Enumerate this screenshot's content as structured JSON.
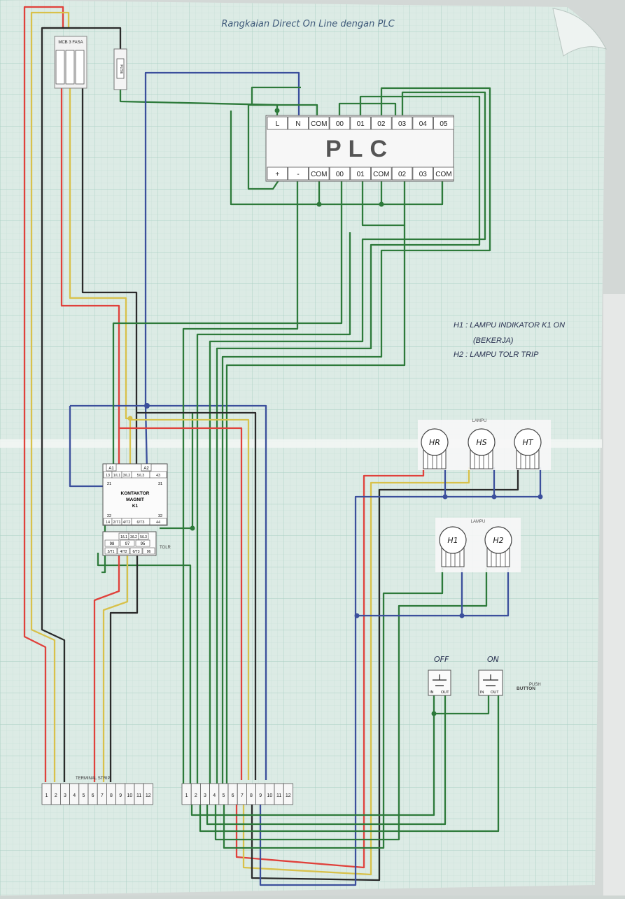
{
  "title": "Rangkaian Direct On Line dengan PLC",
  "mcb_label": "MCB 3 FASA",
  "fuse_label": "FUSE",
  "plc": {
    "name": "PLC",
    "top_terminals": [
      "L",
      "N",
      "COM",
      "00",
      "01",
      "02",
      "03",
      "04",
      "05"
    ],
    "bottom_terminals": [
      "+",
      "-",
      "COM",
      "00",
      "01",
      "COM",
      "02",
      "03",
      "COM"
    ]
  },
  "notes": {
    "line1": "H1 : LAMPU INDIKATOR K1 ON",
    "line2": "(BEKERJA)",
    "line3": "H2 : LAMPU TOLR TRIP"
  },
  "lamp_group1": {
    "caption": "LAMPU",
    "lamps": [
      "HR",
      "HS",
      "HT"
    ]
  },
  "lamp_group2": {
    "caption": "LAMPU",
    "lamps": [
      "H1",
      "H2"
    ]
  },
  "contactor": {
    "a1": "A1",
    "a2": "A2",
    "top_row": [
      "13",
      "1/L1",
      "3/L2",
      "5/L3",
      "43"
    ],
    "row2": [
      "21",
      "31"
    ],
    "title1": "KONTAKTOR",
    "title2": "MAGNIT",
    "title3": "K1",
    "row3": [
      "22",
      "32"
    ],
    "bottom_row": [
      "14",
      "2/T1",
      "4/T2",
      "6/T3",
      "44"
    ]
  },
  "tolr": {
    "label": "TOLR",
    "row1": [
      "1/L1",
      "3/L2",
      "5/L3"
    ],
    "row2": [
      "98",
      "97",
      "95"
    ],
    "row3": [
      "2/T1",
      "4/T2",
      "6/T3",
      "96"
    ]
  },
  "buttons": {
    "off_label": "OFF",
    "on_label": "ON",
    "caption1": "PUSH",
    "caption2": "BUTTON",
    "in_label": "IN",
    "out_label": "OUT"
  },
  "terminal_strip": {
    "label": "TERMINAL STRIP",
    "numbers": [
      "1",
      "2",
      "3",
      "4",
      "5",
      "6",
      "7",
      "8",
      "9",
      "10",
      "11",
      "12"
    ]
  },
  "colors": {
    "red": "#e0413b",
    "black": "#2a2a2a",
    "yellow": "#d8c14a",
    "green": "#2d7a3a",
    "blue": "#3b4f9c",
    "grid": "#c3dcd4",
    "paper": "#dcebe5"
  }
}
